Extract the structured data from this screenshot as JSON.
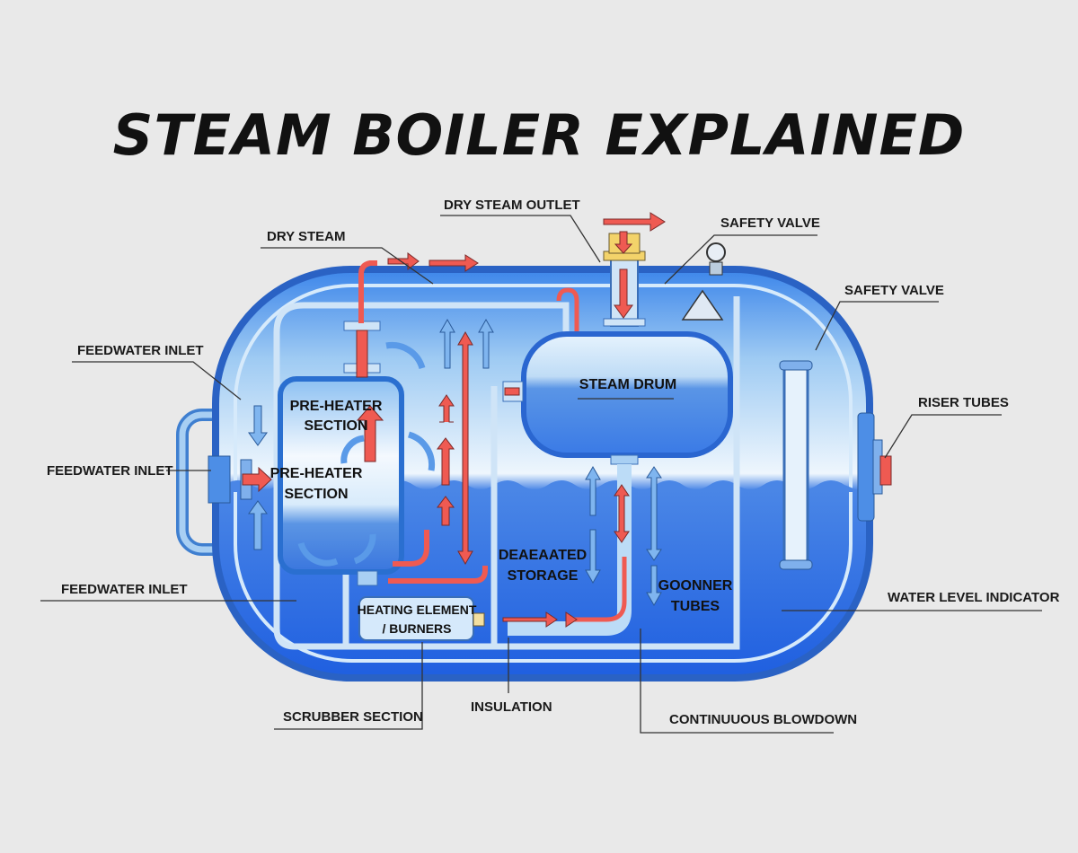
{
  "title": "STEAM BOILER EXPLAINED",
  "callouts": {
    "dry_steam_outlet": "DRY STEAM OUTLET",
    "safety_valve_top": "SAFETY VALVE",
    "dry_steam": "DRY STEAM",
    "safety_valve_right": "SAFETY VALVE",
    "feedwater_inlet_top": "FEEDWATER INLET",
    "riser_tubes": "RISER TUBES",
    "feedwater_inlet_mid": "FEEDWATER INLET",
    "feedwater_inlet_bottom": "FEEDWATER INLET",
    "water_level_indicator": "WATER LEVEL INDICATOR",
    "scrubber_section": "SCRUBBER SECTION",
    "insulation": "INSULATION",
    "continuous_blowdown": "CONTINUUOUS BLOWDOWN"
  },
  "internal_labels": {
    "steam_drum": "STEAM DRUM",
    "preheater_1": [
      "PRE-HEATER",
      "SECTION"
    ],
    "preheater_2": [
      "PRE-HEATER",
      "SECTION"
    ],
    "deaerated_storage": [
      "DEAEAATED",
      "STORAGE"
    ],
    "goonner_tubes": [
      "GOONNER",
      "TUBES"
    ],
    "heating_element": [
      "HEATING ELEMENT",
      "/ BURNERS"
    ]
  },
  "colors": {
    "background": "#e9e9e9",
    "shell": "#2f6fdc",
    "water": "#2a66e0",
    "steam": "#cfe6fa",
    "hot_flow": "#ef5a52",
    "cold_flow": "#7fb5ef"
  }
}
